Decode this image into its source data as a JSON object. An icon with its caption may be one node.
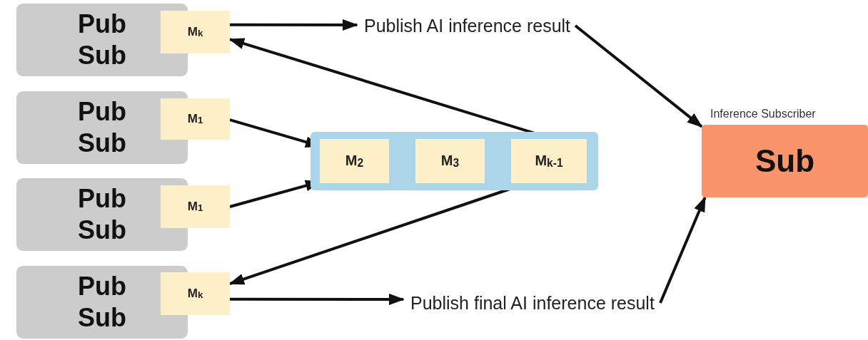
{
  "diagram": {
    "nodes": [
      {
        "text": [
          "Pub Sub"
        ]
      },
      {
        "text": [
          "M$_{k}$"
        ]
      },
      {
        "text": [
          "Pub Sub"
        ]
      },
      {
        "text": [
          "M$_{1}$"
        ]
      },
      {
        "text": [
          "Pub Sub"
        ]
      },
      {
        "text": [
          "M$_{1}$"
        ]
      },
      {
        "text": [
          "Pub Sub"
        ]
      },
      {
        "text": [
          "M$_{k}$"
        ]
      },
      {
        "text": [],
        "shape": "box"
      },
      {
        "text": [
          "M$_{2}$"
        ],
        "in": 8
      },
      {
        "text": [
          "M$_{3}$"
        ],
        "in": 8
      },
      {
        "text": [
          "M$_{k-1}$"
        ],
        "in": 8
      },
      {
        "text": [
          "Publish AI inference result"
        ]
      },
      {
        "text": [
          "Publish final AI inference result"
        ]
      },
      {
        "text": [
          "Inference Subscriber",
          "Sub"
        ]
      }
    ],
    "edges": [
      {
        "from": 1,
        "to": 12,
        "arrow": "to"
      },
      {
        "from": 11,
        "to": 1,
        "arrow": "to"
      },
      {
        "from": 3,
        "to": 9,
        "arrow": "to"
      },
      {
        "from": 5,
        "to": 9,
        "arrow": "to"
      },
      {
        "from": 11,
        "to": 7,
        "arrow": "to"
      },
      {
        "from": 7,
        "to": 13,
        "arrow": "to"
      },
      {
        "from": 12,
        "to": 14,
        "arrow": "to"
      },
      {
        "from": 13,
        "to": 14,
        "arrow": "to"
      }
    ]
  }
}
